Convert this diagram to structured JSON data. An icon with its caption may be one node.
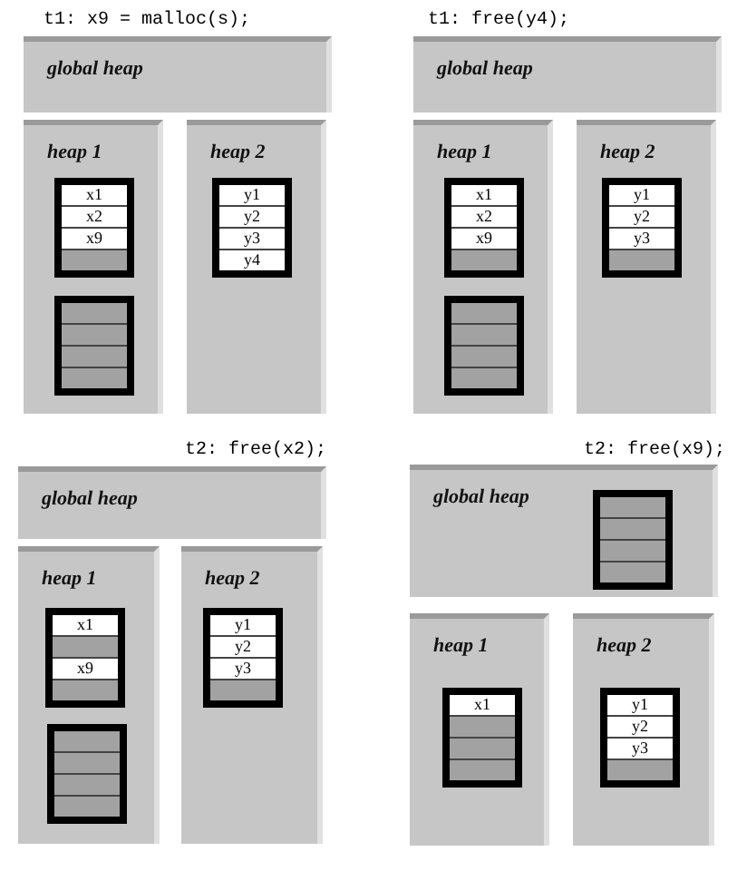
{
  "diagram": {
    "nodes": [
      {
        "text": [
          "global heap"
        ]
      },
      {
        "text": [
          "heap 1"
        ]
      },
      {
        "text": [],
        "shape": "box",
        "in": 1
      },
      {
        "text": [
          "x1"
        ],
        "in": 2
      },
      {
        "text": [
          "x2"
        ],
        "in": 2
      },
      {
        "text": [
          "x9"
        ],
        "in": 2
      },
      {
        "text": [],
        "shape": "box",
        "in": 2
      },
      {
        "text": [],
        "shape": "box",
        "in": 1
      },
      {
        "text": [],
        "shape": "box",
        "in": 7
      },
      {
        "text": [],
        "shape": "box",
        "in": 7
      },
      {
        "text": [],
        "shape": "box",
        "in": 7
      },
      {
        "text": [],
        "shape": "box",
        "in": 7
      },
      {
        "text": [
          "heap 2"
        ]
      },
      {
        "text": [],
        "shape": "box",
        "in": 12
      },
      {
        "text": [
          "y1"
        ],
        "in": 13
      },
      {
        "text": [
          "y2"
        ],
        "in": 13
      },
      {
        "text": [
          "y3"
        ],
        "in": 13
      },
      {
        "text": [
          "y4"
        ],
        "in": 13
      },
      {
        "text": [
          "global heap"
        ]
      },
      {
        "text": [
          "heap 1"
        ]
      },
      {
        "text": [],
        "shape": "box",
        "in": 19
      },
      {
        "text": [
          "x1"
        ],
        "in": 20
      },
      {
        "text": [
          "x2"
        ],
        "in": 20
      },
      {
        "text": [
          "x9"
        ],
        "in": 20
      },
      {
        "text": [],
        "shape": "box",
        "in": 20
      },
      {
        "text": [],
        "shape": "box",
        "in": 19
      },
      {
        "text": [],
        "shape": "box",
        "in": 25
      },
      {
        "text": [],
        "shape": "box",
        "in": 25
      },
      {
        "text": [],
        "shape": "box",
        "in": 25
      },
      {
        "text": [],
        "shape": "box",
        "in": 25
      },
      {
        "text": [
          "heap 2"
        ]
      },
      {
        "text": [],
        "shape": "box",
        "in": 30
      },
      {
        "text": [
          "y1"
        ],
        "in": 31
      },
      {
        "text": [
          "y2"
        ],
        "in": 31
      },
      {
        "text": [
          "y3"
        ],
        "in": 31
      },
      {
        "text": [],
        "shape": "box",
        "in": 31
      },
      {
        "text": [
          "global heap"
        ]
      },
      {
        "text": [
          "heap 1"
        ]
      },
      {
        "text": [],
        "shape": "box",
        "in": 37
      },
      {
        "text": [
          "x1"
        ],
        "in": 38
      },
      {
        "text": [],
        "shape": "box",
        "in": 38
      },
      {
        "text": [
          "x9"
        ],
        "in": 38
      },
      {
        "text": [],
        "shape": "box",
        "in": 38
      },
      {
        "text": [],
        "shape": "box",
        "in": 37
      },
      {
        "text": [],
        "shape": "box",
        "in": 43
      },
      {
        "text": [],
        "shape": "box",
        "in": 43
      },
      {
        "text": [],
        "shape": "box",
        "in": 43
      },
      {
        "text": [],
        "shape": "box",
        "in": 43
      },
      {
        "text": [
          "heap 2"
        ]
      },
      {
        "text": [],
        "shape": "box",
        "in": 48
      },
      {
        "text": [
          "y1"
        ],
        "in": 49
      },
      {
        "text": [
          "y2"
        ],
        "in": 49
      },
      {
        "text": [
          "y3"
        ],
        "in": 49
      },
      {
        "text": [],
        "shape": "box",
        "in": 49
      },
      {
        "text": [
          "global heap"
        ]
      },
      {
        "text": [],
        "shape": "box",
        "in": 54
      },
      {
        "text": [],
        "shape": "box",
        "in": 55
      },
      {
        "text": [],
        "shape": "box",
        "in": 55
      },
      {
        "text": [],
        "shape": "box",
        "in": 55
      },
      {
        "text": [],
        "shape": "box",
        "in": 55
      },
      {
        "text": [
          "heap 1"
        ]
      },
      {
        "text": [],
        "shape": "box",
        "in": 60
      },
      {
        "text": [
          "x1"
        ],
        "in": 61
      },
      {
        "text": [],
        "shape": "box",
        "in": 61
      },
      {
        "text": [],
        "shape": "box",
        "in": 61
      },
      {
        "text": [],
        "shape": "box",
        "in": 61
      },
      {
        "text": [
          "heap 2"
        ]
      },
      {
        "text": [],
        "shape": "box",
        "in": 66
      },
      {
        "text": [
          "y1"
        ],
        "in": 67
      },
      {
        "text": [
          "y2"
        ],
        "in": 67
      },
      {
        "text": [
          "y3"
        ],
        "in": 67
      },
      {
        "text": [],
        "shape": "box",
        "in": 67
      }
    ],
    "labels": [
      "t1: x9 = malloc(s);",
      "t1: free(y4);",
      "t2: free(x2);",
      "t2: free(x9);"
    ]
  }
}
